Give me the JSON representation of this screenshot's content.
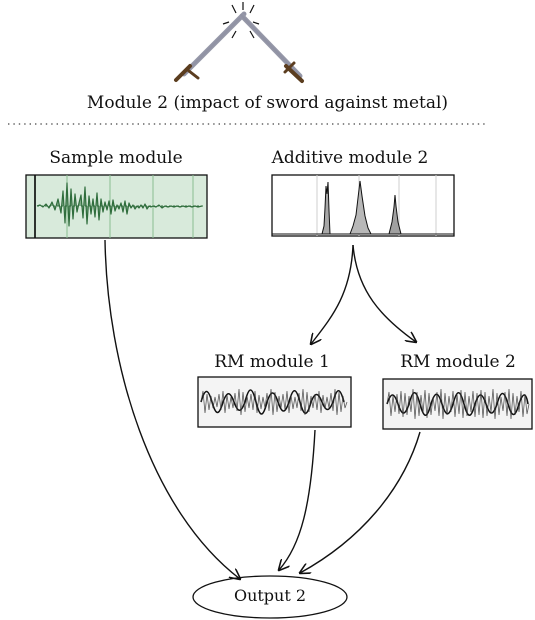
{
  "diagram": {
    "title": "Module 2 (impact of sword against metal)",
    "nodes": {
      "sample_module": {
        "label": "Sample module"
      },
      "additive_module": {
        "label": "Additive module 2"
      },
      "rm_module_1": {
        "label": "RM module 1"
      },
      "rm_module_2": {
        "label": "RM module 2"
      },
      "output": {
        "label": "Output 2"
      }
    },
    "icons": {
      "header": "crossed-swords-icon"
    },
    "colors": {
      "sample_fill": "#d8eadb",
      "sample_wave": "#3a7a48",
      "sample_border": "#111111"
    }
  }
}
